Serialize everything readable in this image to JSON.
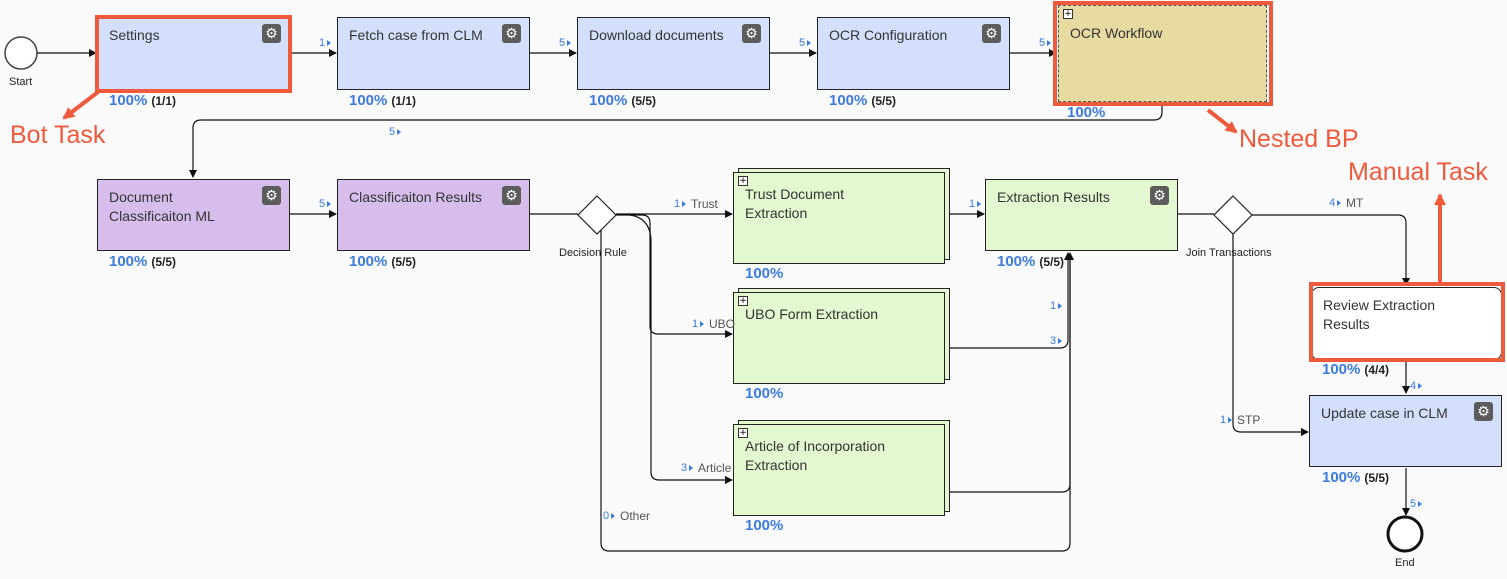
{
  "events": {
    "start": "Start",
    "end": "End"
  },
  "tasks": {
    "settings": {
      "label": "Settings",
      "pct": "100%",
      "count": "(1/1)"
    },
    "fetch_case": {
      "label": "Fetch case from CLM",
      "pct": "100%",
      "count": "(1/1)"
    },
    "download_docs": {
      "label": "Download documents",
      "pct": "100%",
      "count": "(5/5)"
    },
    "ocr_config": {
      "label": "OCR Configuration",
      "pct": "100%",
      "count": "(5/5)"
    },
    "ocr_workflow": {
      "label": "OCR Workflow",
      "pct": "100%"
    },
    "doc_class_ml": {
      "label_line1": "Document",
      "label_line2": "Classificaiton ML",
      "pct": "100%",
      "count": "(5/5)"
    },
    "class_results": {
      "label": "Classificaiton Results",
      "pct": "100%",
      "count": "(5/5)"
    },
    "trust_extraction": {
      "label_line1": "Trust Document",
      "label_line2": "Extraction",
      "pct": "100%"
    },
    "ubo_extraction": {
      "label": "UBO Form Extraction",
      "pct": "100%"
    },
    "article_extraction": {
      "label_line1": "Article of Incorporation",
      "label_line2": "Extraction",
      "pct": "100%"
    },
    "extraction_results": {
      "label": "Extraction Results",
      "pct": "100%",
      "count": "(5/5)"
    },
    "review_extraction": {
      "label_line1": "Review Extraction",
      "label_line2": "Results",
      "pct": "100%",
      "count": "(4/4)"
    },
    "update_case": {
      "label": "Update case in CLM",
      "pct": "100%",
      "count": "(5/5)"
    }
  },
  "gateways": {
    "decision_rule": "Decision Rule",
    "join_transactions": "Join Transactions"
  },
  "flows": {
    "settings_to_fetch": "1",
    "fetch_to_download": "5",
    "download_to_ocr_config": "5",
    "ocr_config_to_workflow": "5",
    "workflow_to_classml": "5",
    "classml_to_results": "5",
    "trust": {
      "count": "1",
      "label": "Trust"
    },
    "ubo": {
      "count": "1",
      "label": "UBO"
    },
    "article": {
      "count": "3",
      "label": "Article"
    },
    "other": {
      "count": "0",
      "label": "Other"
    },
    "trust_to_extraction_results": "1",
    "ubo_to_extraction_results_a": "1",
    "ubo_to_extraction_results_b": "3",
    "mt": {
      "count": "4",
      "label": "MT"
    },
    "stp": {
      "count": "1",
      "label": "STP"
    },
    "review_to_update": "4",
    "update_to_end": "5"
  },
  "callouts": {
    "bot_task": "Bot Task",
    "nested_bp": "Nested BP",
    "manual_task": "Manual Task"
  },
  "colors": {
    "callout": "#ef5a3c",
    "bot_task_fill": "#d4e0fb",
    "ml_task_fill": "#d6bdec",
    "subprocess_fill": "#e3f7d0",
    "nested_bp_fill": "#e8dba2",
    "percent_text": "#3b7be0"
  },
  "icons": {
    "task_settings": "gear-icon",
    "subprocess_marker": "expand-plus-icon"
  }
}
